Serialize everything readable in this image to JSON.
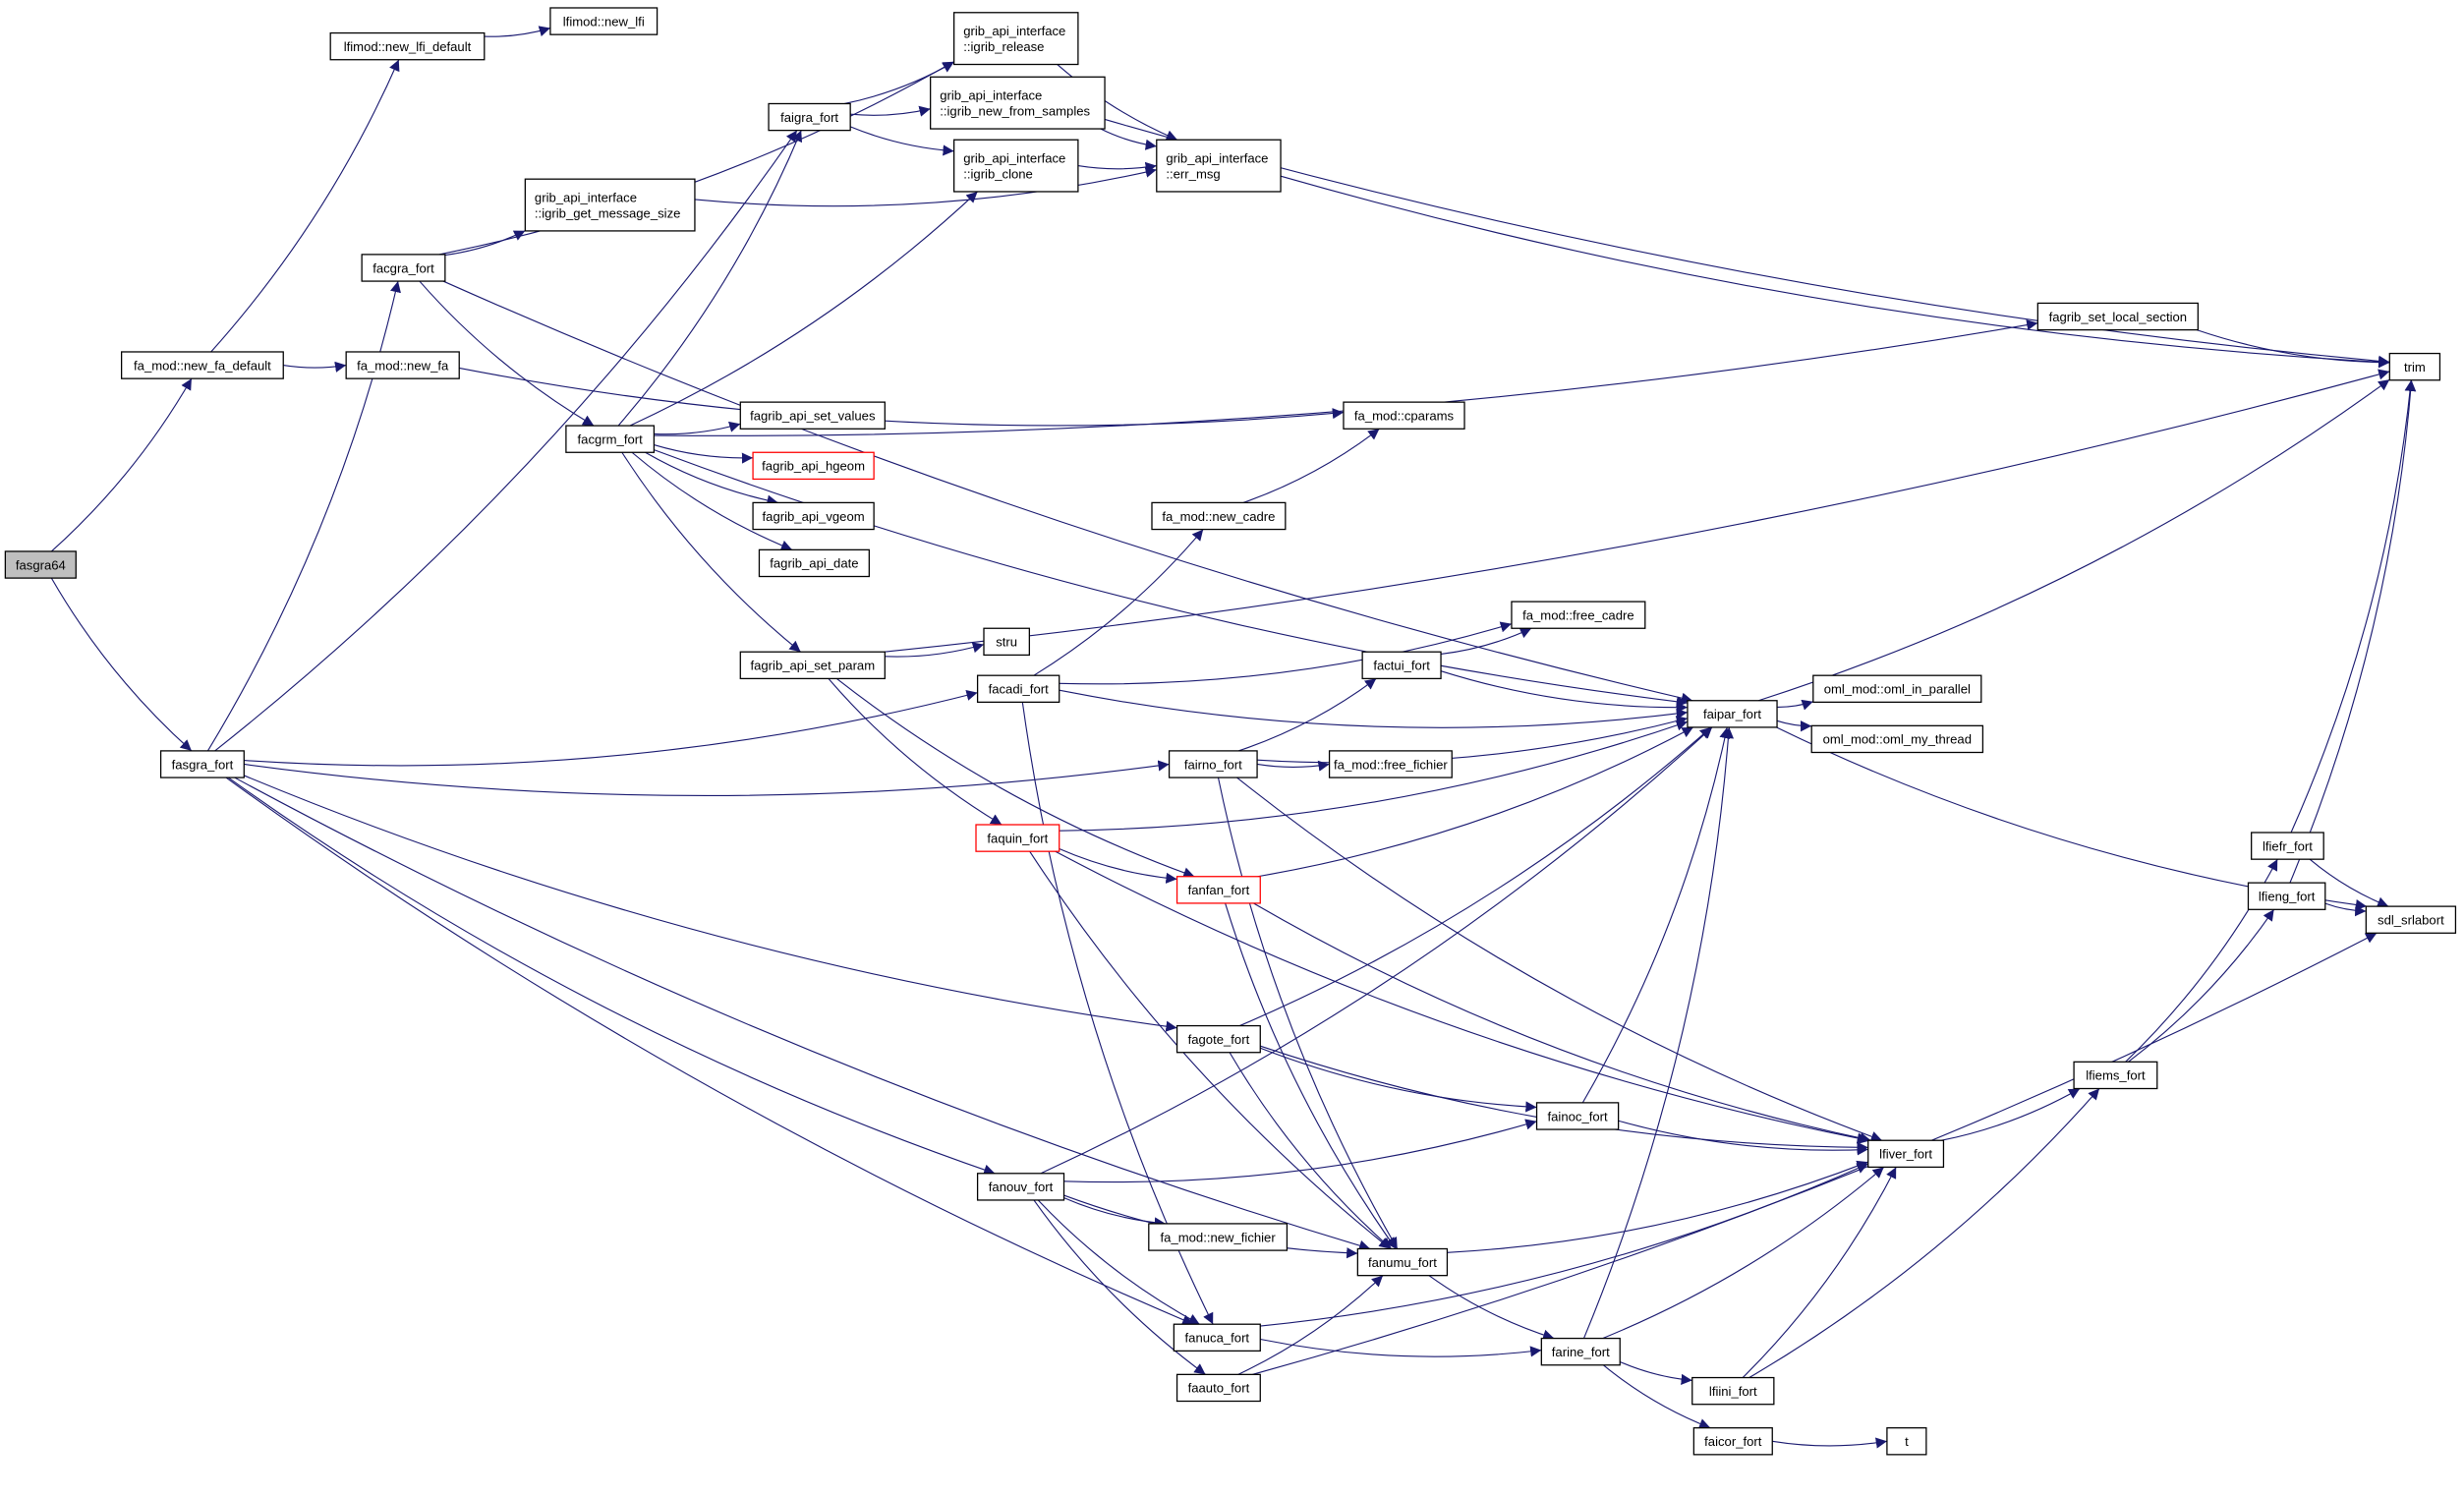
{
  "colors": {
    "edge": "#191970",
    "root_fill": "#bfbfbf",
    "truncated_border": "#ff0000",
    "node_border": "#000000"
  },
  "nodes": [
    {
      "id": "fasgra64",
      "label": [
        "fasgra64"
      ],
      "style": "root"
    },
    {
      "id": "new_fa_default",
      "label": [
        "fa_mod::new_fa_default"
      ]
    },
    {
      "id": "new_lfi_default",
      "label": [
        "lfimod::new_lfi_default"
      ]
    },
    {
      "id": "new_lfi",
      "label": [
        "lfimod::new_lfi"
      ]
    },
    {
      "id": "igrib_release",
      "label": [
        "grib_api_interface",
        "::igrib_release"
      ]
    },
    {
      "id": "faigra_fort",
      "label": [
        "faigra_fort"
      ]
    },
    {
      "id": "igrib_new_from_samples",
      "label": [
        "grib_api_interface",
        "::igrib_new_from_samples"
      ]
    },
    {
      "id": "igrib_clone",
      "label": [
        "grib_api_interface",
        "::igrib_clone"
      ]
    },
    {
      "id": "err_msg",
      "label": [
        "grib_api_interface",
        "::err_msg"
      ]
    },
    {
      "id": "igrib_get_message_size",
      "label": [
        "grib_api_interface",
        "::igrib_get_message_size"
      ]
    },
    {
      "id": "facgra_fort",
      "label": [
        "facgra_fort"
      ]
    },
    {
      "id": "new_fa",
      "label": [
        "fa_mod::new_fa"
      ]
    },
    {
      "id": "facgrm_fort",
      "label": [
        "facgrm_fort"
      ]
    },
    {
      "id": "set_values",
      "label": [
        "fagrib_api_set_values"
      ]
    },
    {
      "id": "hgeom",
      "label": [
        "fagrib_api_hgeom"
      ],
      "style": "truncated"
    },
    {
      "id": "vgeom",
      "label": [
        "fagrib_api_vgeom"
      ]
    },
    {
      "id": "api_date",
      "label": [
        "fagrib_api_date"
      ]
    },
    {
      "id": "set_param",
      "label": [
        "fagrib_api_set_param"
      ]
    },
    {
      "id": "stru",
      "label": [
        "stru"
      ]
    },
    {
      "id": "facadi_fort",
      "label": [
        "facadi_fort"
      ]
    },
    {
      "id": "fasgra_fort",
      "label": [
        "fasgra_fort"
      ]
    },
    {
      "id": "set_local_section",
      "label": [
        "fagrib_set_local_section"
      ]
    },
    {
      "id": "trim",
      "label": [
        "trim"
      ]
    },
    {
      "id": "cparams",
      "label": [
        "fa_mod::cparams"
      ]
    },
    {
      "id": "new_cadre",
      "label": [
        "fa_mod::new_cadre"
      ]
    },
    {
      "id": "free_cadre",
      "label": [
        "fa_mod::free_cadre"
      ]
    },
    {
      "id": "factui_fort",
      "label": [
        "factui_fort"
      ]
    },
    {
      "id": "faipar_fort",
      "label": [
        "faipar_fort"
      ]
    },
    {
      "id": "oml_in_parallel",
      "label": [
        "oml_mod::oml_in_parallel"
      ]
    },
    {
      "id": "oml_my_thread",
      "label": [
        "oml_mod::oml_my_thread"
      ]
    },
    {
      "id": "fairno_fort",
      "label": [
        "fairno_fort"
      ]
    },
    {
      "id": "free_fichier",
      "label": [
        "fa_mod::free_fichier"
      ]
    },
    {
      "id": "faquin_fort",
      "label": [
        "faquin_fort"
      ],
      "style": "truncated"
    },
    {
      "id": "fanfan_fort",
      "label": [
        "fanfan_fort"
      ],
      "style": "truncated"
    },
    {
      "id": "fagote_fort",
      "label": [
        "fagote_fort"
      ]
    },
    {
      "id": "fainoc_fort",
      "label": [
        "fainoc_fort"
      ]
    },
    {
      "id": "lfiver_fort",
      "label": [
        "lfiver_fort"
      ]
    },
    {
      "id": "lfiems_fort",
      "label": [
        "lfiems_fort"
      ]
    },
    {
      "id": "lfiefr_fort",
      "label": [
        "lfiefr_fort"
      ]
    },
    {
      "id": "lfieng_fort",
      "label": [
        "lfieng_fort"
      ]
    },
    {
      "id": "sdl_srlabort",
      "label": [
        "sdl_srlabort"
      ]
    },
    {
      "id": "fanouv_fort",
      "label": [
        "fanouv_fort"
      ]
    },
    {
      "id": "new_fichier",
      "label": [
        "fa_mod::new_fichier"
      ]
    },
    {
      "id": "fanumu_fort",
      "label": [
        "fanumu_fort"
      ]
    },
    {
      "id": "fanuca_fort",
      "label": [
        "fanuca_fort"
      ]
    },
    {
      "id": "farine_fort",
      "label": [
        "farine_fort"
      ]
    },
    {
      "id": "faauto_fort",
      "label": [
        "faauto_fort"
      ]
    },
    {
      "id": "lfiini_fort",
      "label": [
        "lfiini_fort"
      ]
    },
    {
      "id": "faicor_fort",
      "label": [
        "faicor_fort"
      ]
    },
    {
      "id": "t",
      "label": [
        "t"
      ]
    }
  ],
  "edges": [
    [
      "fasgra64",
      "new_fa_default"
    ],
    [
      "fasgra64",
      "fasgra_fort"
    ],
    [
      "new_fa_default",
      "new_lfi_default"
    ],
    [
      "new_fa_default",
      "new_fa"
    ],
    [
      "new_lfi_default",
      "new_lfi"
    ],
    [
      "new_fa",
      "cparams"
    ],
    [
      "fasgra_fort",
      "facgra_fort"
    ],
    [
      "fasgra_fort",
      "faigra_fort"
    ],
    [
      "fasgra_fort",
      "facadi_fort"
    ],
    [
      "fasgra_fort",
      "fairno_fort"
    ],
    [
      "fasgra_fort",
      "fagote_fort"
    ],
    [
      "fasgra_fort",
      "fanouv_fort"
    ],
    [
      "fasgra_fort",
      "fanumu_fort"
    ],
    [
      "fasgra_fort",
      "fanuca_fort"
    ],
    [
      "facgra_fort",
      "igrib_get_message_size"
    ],
    [
      "facgra_fort",
      "igrib_release"
    ],
    [
      "facgra_fort",
      "facgrm_fort"
    ],
    [
      "facgra_fort",
      "faipar_fort"
    ],
    [
      "faigra_fort",
      "igrib_release"
    ],
    [
      "faigra_fort",
      "igrib_new_from_samples"
    ],
    [
      "faigra_fort",
      "igrib_clone"
    ],
    [
      "igrib_release",
      "err_msg"
    ],
    [
      "igrib_new_from_samples",
      "err_msg"
    ],
    [
      "igrib_new_from_samples",
      "trim"
    ],
    [
      "igrib_clone",
      "err_msg"
    ],
    [
      "igrib_get_message_size",
      "err_msg"
    ],
    [
      "err_msg",
      "trim"
    ],
    [
      "facgrm_fort",
      "faigra_fort"
    ],
    [
      "facgrm_fort",
      "igrib_clone"
    ],
    [
      "facgrm_fort",
      "set_local_section"
    ],
    [
      "facgrm_fort",
      "set_values"
    ],
    [
      "facgrm_fort",
      "hgeom"
    ],
    [
      "facgrm_fort",
      "vgeom"
    ],
    [
      "facgrm_fort",
      "api_date"
    ],
    [
      "facgrm_fort",
      "set_param"
    ],
    [
      "facgrm_fort",
      "faipar_fort"
    ],
    [
      "set_local_section",
      "trim"
    ],
    [
      "set_param",
      "trim"
    ],
    [
      "set_param",
      "stru"
    ],
    [
      "set_param",
      "faquin_fort"
    ],
    [
      "set_param",
      "fanfan_fort"
    ],
    [
      "facadi_fort",
      "new_cadre"
    ],
    [
      "facadi_fort",
      "free_cadre"
    ],
    [
      "facadi_fort",
      "faipar_fort"
    ],
    [
      "facadi_fort",
      "fanuca_fort"
    ],
    [
      "new_cadre",
      "cparams"
    ],
    [
      "factui_fort",
      "free_cadre"
    ],
    [
      "factui_fort",
      "faipar_fort"
    ],
    [
      "faipar_fort",
      "trim"
    ],
    [
      "faipar_fort",
      "oml_in_parallel"
    ],
    [
      "faipar_fort",
      "oml_my_thread"
    ],
    [
      "faipar_fort",
      "sdl_srlabort"
    ],
    [
      "fairno_fort",
      "factui_fort"
    ],
    [
      "fairno_fort",
      "faipar_fort"
    ],
    [
      "fairno_fort",
      "free_fichier"
    ],
    [
      "fairno_fort",
      "fanumu_fort"
    ],
    [
      "fairno_fort",
      "lfiver_fort"
    ],
    [
      "faquin_fort",
      "faipar_fort"
    ],
    [
      "faquin_fort",
      "fanfan_fort"
    ],
    [
      "faquin_fort",
      "fanumu_fort"
    ],
    [
      "faquin_fort",
      "lfiver_fort"
    ],
    [
      "fanfan_fort",
      "faipar_fort"
    ],
    [
      "fanfan_fort",
      "fanumu_fort"
    ],
    [
      "fanfan_fort",
      "lfiver_fort"
    ],
    [
      "fagote_fort",
      "faipar_fort"
    ],
    [
      "fagote_fort",
      "fainoc_fort"
    ],
    [
      "fagote_fort",
      "fanumu_fort"
    ],
    [
      "fagote_fort",
      "lfiver_fort"
    ],
    [
      "fainoc_fort",
      "faipar_fort"
    ],
    [
      "fainoc_fort",
      "lfiver_fort"
    ],
    [
      "fanouv_fort",
      "faipar_fort"
    ],
    [
      "fanouv_fort",
      "fainoc_fort"
    ],
    [
      "fanouv_fort",
      "new_fichier"
    ],
    [
      "fanouv_fort",
      "fanumu_fort"
    ],
    [
      "fanouv_fort",
      "fanuca_fort"
    ],
    [
      "fanouv_fort",
      "faauto_fort"
    ],
    [
      "fanumu_fort",
      "lfiver_fort"
    ],
    [
      "fanumu_fort",
      "farine_fort"
    ],
    [
      "fanuca_fort",
      "lfiver_fort"
    ],
    [
      "fanuca_fort",
      "farine_fort"
    ],
    [
      "faauto_fort",
      "fanumu_fort"
    ],
    [
      "faauto_fort",
      "sdl_srlabort"
    ],
    [
      "farine_fort",
      "faipar_fort"
    ],
    [
      "farine_fort",
      "lfiver_fort"
    ],
    [
      "farine_fort",
      "lfiini_fort"
    ],
    [
      "farine_fort",
      "faicor_fort"
    ],
    [
      "lfiini_fort",
      "lfiver_fort"
    ],
    [
      "lfiini_fort",
      "lfiems_fort"
    ],
    [
      "faicor_fort",
      "t"
    ],
    [
      "lfiver_fort",
      "lfiems_fort"
    ],
    [
      "lfiems_fort",
      "lfiefr_fort"
    ],
    [
      "lfiems_fort",
      "lfieng_fort"
    ],
    [
      "lfiefr_fort",
      "trim"
    ],
    [
      "lfiefr_fort",
      "sdl_srlabort"
    ],
    [
      "lfieng_fort",
      "trim"
    ],
    [
      "lfieng_fort",
      "sdl_srlabort"
    ]
  ]
}
